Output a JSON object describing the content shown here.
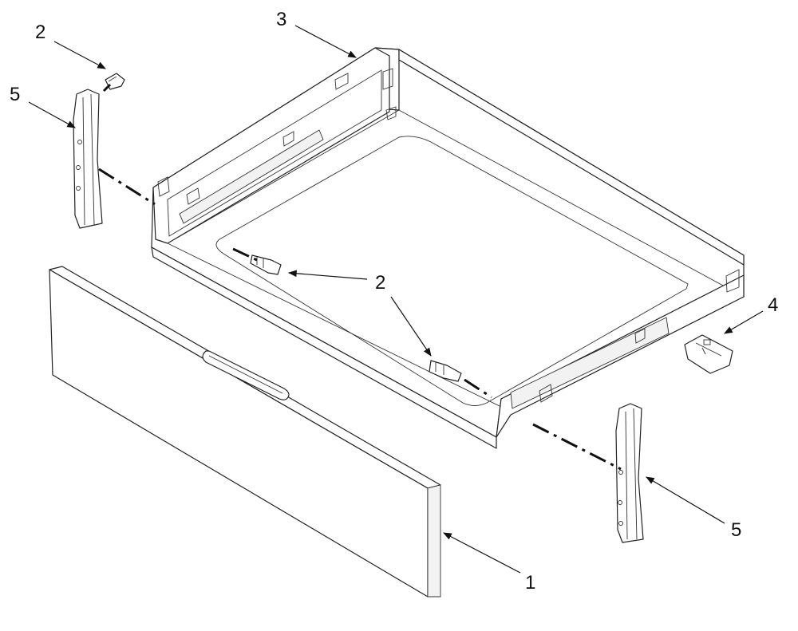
{
  "callouts": [
    {
      "id": "c2a",
      "label": "2"
    },
    {
      "id": "c5a",
      "label": "5"
    },
    {
      "id": "c3",
      "label": "3"
    },
    {
      "id": "c2b",
      "label": "2"
    },
    {
      "id": "c4",
      "label": "4"
    },
    {
      "id": "c5b",
      "label": "5"
    },
    {
      "id": "c1",
      "label": "1"
    }
  ]
}
